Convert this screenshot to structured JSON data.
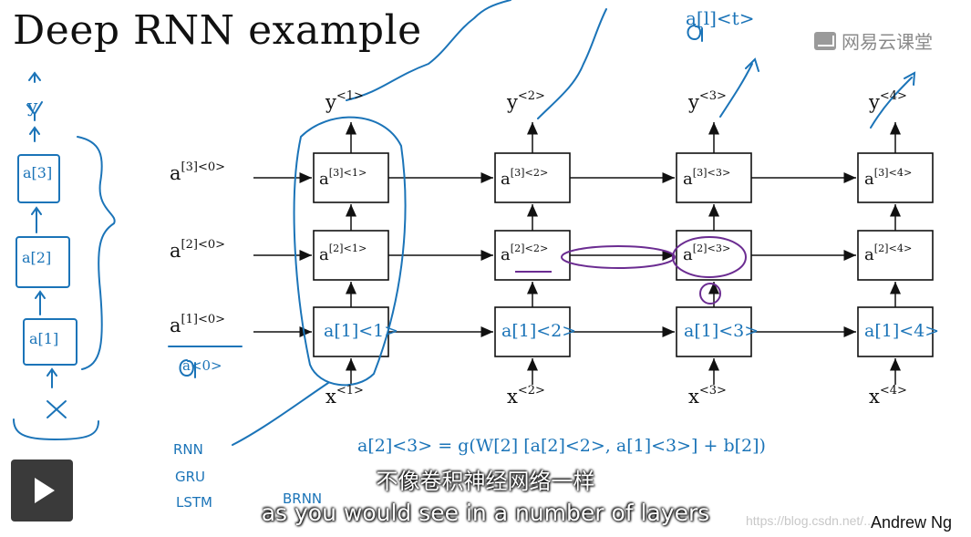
{
  "slide": {
    "title": "Deep RNN example",
    "logo_text": "网易云课堂",
    "author": "Andrew Ng",
    "watermark": "https://blog.csdn.net/...",
    "initial_states": [
      {
        "base": "a",
        "sup": "[3]<0>"
      },
      {
        "base": "a",
        "sup": "[2]<0>"
      },
      {
        "base": "a",
        "sup": "[1]<0>"
      }
    ],
    "layer3_cells": [
      {
        "base": "a",
        "sup": "[3]<1>"
      },
      {
        "base": "a",
        "sup": "[3]<2>"
      },
      {
        "base": "a",
        "sup": "[3]<3>"
      },
      {
        "base": "a",
        "sup": "[3]<4>"
      }
    ],
    "layer2_cells": [
      {
        "base": "a",
        "sup": "[2]<1>"
      },
      {
        "base": "a",
        "sup": "[2]<2>"
      },
      {
        "base": "a",
        "sup": "[2]<3>"
      },
      {
        "base": "a",
        "sup": "[2]<4>"
      }
    ],
    "inputs": [
      {
        "base": "x",
        "sup": "<1>"
      },
      {
        "base": "x",
        "sup": "<2>"
      },
      {
        "base": "x",
        "sup": "<3>"
      },
      {
        "base": "x",
        "sup": "<4>"
      }
    ],
    "outputs": [
      {
        "base": "y",
        "sup": "<1>"
      },
      {
        "base": "y",
        "sup": "<2>"
      },
      {
        "base": "y",
        "sup": "<3>"
      },
      {
        "base": "y",
        "sup": "<4>"
      }
    ],
    "handwritten": {
      "layer1_cells": [
        "a[1]<1>",
        "a[1]<2>",
        "a[1]<3>",
        "a[1]<4>"
      ],
      "left_stack": [
        "y",
        "a[3]",
        "a[2]",
        "a[1]",
        "x"
      ],
      "notes": [
        "a<0>",
        "RNN",
        "GRU",
        "LSTM",
        "BRNN",
        "a[l]<t>"
      ],
      "equation": "a[2]<3> = g(W[2] [a[2]<2>, a[1]<3>] + b[2])"
    },
    "colors": {
      "ink": "#111111",
      "pen_blue": "#1b74b8",
      "pen_purple": "#6b2c91",
      "pen_green": "#2e8b3a"
    }
  },
  "subtitles": {
    "zh": "不像卷积神经网络一样",
    "en": "as you would see in a number of layers"
  },
  "player": {
    "play_icon": "play-icon"
  }
}
